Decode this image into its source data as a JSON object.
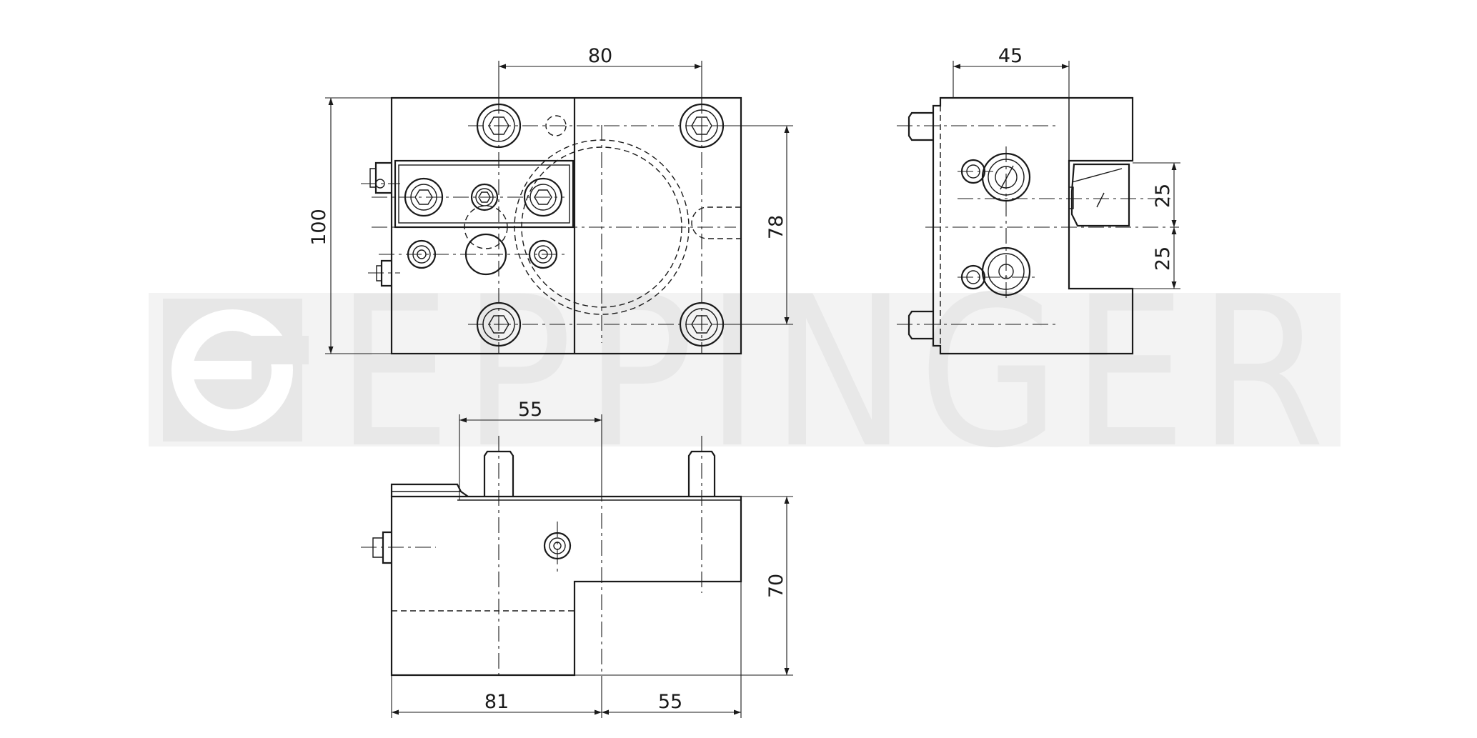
{
  "watermark": {
    "text": "EPPINGER",
    "color": "#ebebeb"
  },
  "colors": {
    "line": "#1a1a1a",
    "background": "#ffffff"
  },
  "dimensions": {
    "front_width": "80",
    "front_height": "100",
    "front_bolt_spacing": "78",
    "side_width": "45",
    "side_offset_upper": "25",
    "side_offset_lower": "25",
    "top_pin_offset": "55",
    "top_height": "70",
    "top_left_length": "81",
    "top_right_length": "55"
  }
}
